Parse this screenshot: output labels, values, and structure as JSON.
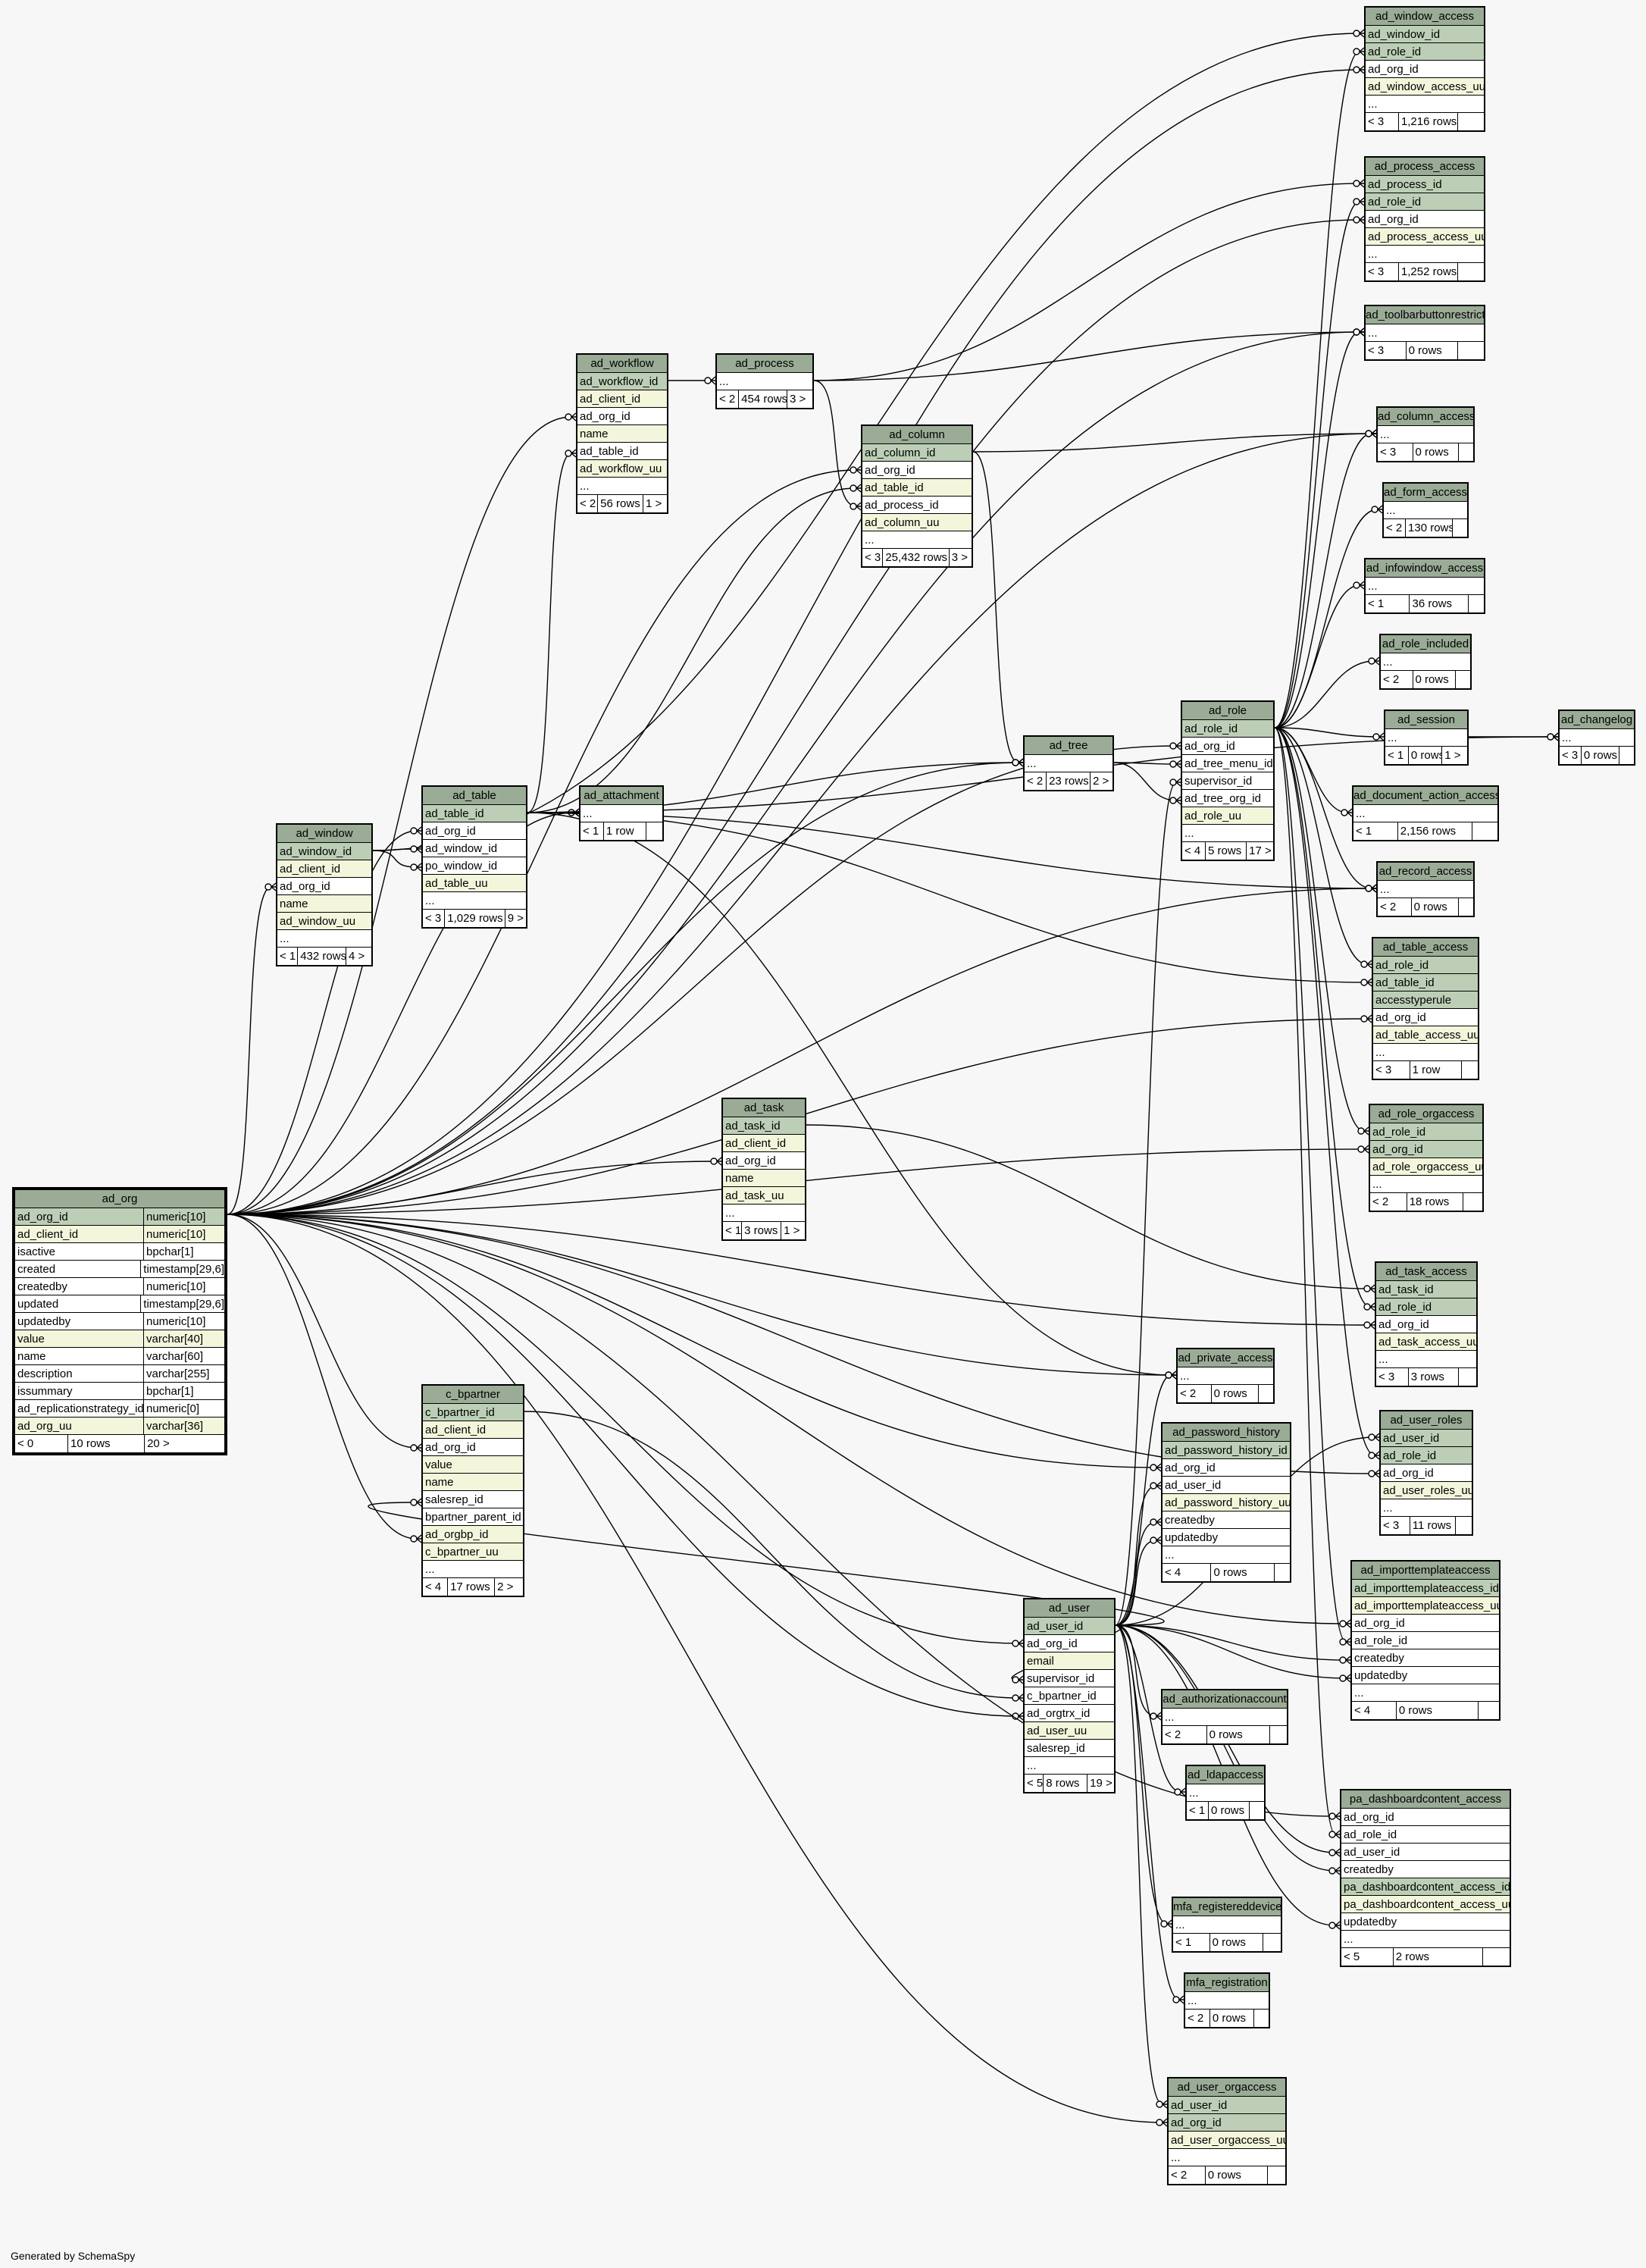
{
  "footer": "Generated by SchemaSpy",
  "colors": {
    "header": "#9aab96",
    "primary_key": "#bccfb6",
    "foreign_key": "#f4f6dc",
    "background": "#f7f7f7"
  },
  "tables": {
    "ad_window_access": {
      "title": "ad_window_access",
      "cols": [
        "ad_window_id",
        "ad_role_id",
        "ad_org_id",
        "ad_window_access_uu",
        "..."
      ],
      "foot": [
        "< 3",
        "1,216 rows",
        ""
      ]
    },
    "ad_process_access": {
      "title": "ad_process_access",
      "cols": [
        "ad_process_id",
        "ad_role_id",
        "ad_org_id",
        "ad_process_access_uu",
        "..."
      ],
      "foot": [
        "< 3",
        "1,252 rows",
        ""
      ]
    },
    "ad_toolbarbuttonrestrict": {
      "title": "ad_toolbarbuttonrestrict",
      "cols": [
        "..."
      ],
      "foot": [
        "< 3",
        "0 rows",
        ""
      ]
    },
    "ad_workflow": {
      "title": "ad_workflow",
      "cols": [
        "ad_workflow_id",
        "ad_client_id",
        "ad_org_id",
        "name",
        "ad_table_id",
        "ad_workflow_uu",
        "..."
      ],
      "foot": [
        "< 2",
        "56 rows",
        "1 >"
      ]
    },
    "ad_process": {
      "title": "ad_process",
      "cols": [
        "..."
      ],
      "foot": [
        "< 2",
        "454 rows",
        "3 >"
      ]
    },
    "ad_column": {
      "title": "ad_column",
      "cols": [
        "ad_column_id",
        "ad_org_id",
        "ad_table_id",
        "ad_process_id",
        "ad_column_uu",
        "..."
      ],
      "foot": [
        "< 3",
        "25,432 rows",
        "3 >"
      ]
    },
    "ad_column_access": {
      "title": "ad_column_access",
      "cols": [
        "..."
      ],
      "foot": [
        "< 3",
        "0 rows",
        ""
      ]
    },
    "ad_form_access": {
      "title": "ad_form_access",
      "cols": [
        "..."
      ],
      "foot": [
        "< 2",
        "130 rows",
        ""
      ]
    },
    "ad_infowindow_access": {
      "title": "ad_infowindow_access",
      "cols": [
        "..."
      ],
      "foot": [
        "< 1",
        "36 rows",
        ""
      ]
    },
    "ad_role_included": {
      "title": "ad_role_included",
      "cols": [
        "..."
      ],
      "foot": [
        "< 2",
        "0 rows",
        ""
      ]
    },
    "ad_session": {
      "title": "ad_session",
      "cols": [
        "..."
      ],
      "foot": [
        "< 1",
        "0 rows",
        "1 >"
      ]
    },
    "ad_changelog": {
      "title": "ad_changelog",
      "cols": [
        "..."
      ],
      "foot": [
        "< 3",
        "0 rows",
        ""
      ]
    },
    "ad_role": {
      "title": "ad_role",
      "cols": [
        "ad_role_id",
        "ad_org_id",
        "ad_tree_menu_id",
        "supervisor_id",
        "ad_tree_org_id",
        "ad_role_uu",
        "..."
      ],
      "foot": [
        "< 4",
        "5 rows",
        "17 >"
      ]
    },
    "ad_tree": {
      "title": "ad_tree",
      "cols": [
        "..."
      ],
      "foot": [
        "< 2",
        "23 rows",
        "2 >"
      ]
    },
    "ad_document_action_access": {
      "title": "ad_document_action_access",
      "cols": [
        "..."
      ],
      "foot": [
        "< 1",
        "2,156 rows",
        ""
      ]
    },
    "ad_record_access": {
      "title": "ad_record_access",
      "cols": [
        "..."
      ],
      "foot": [
        "< 2",
        "0 rows",
        ""
      ]
    },
    "ad_table_access": {
      "title": "ad_table_access",
      "cols": [
        "ad_role_id",
        "ad_table_id",
        "accesstyperule",
        "ad_org_id",
        "ad_table_access_uu",
        "..."
      ],
      "foot": [
        "< 3",
        "1 row",
        ""
      ]
    },
    "ad_role_orgaccess": {
      "title": "ad_role_orgaccess",
      "cols": [
        "ad_role_id",
        "ad_org_id",
        "ad_role_orgaccess_uu",
        "..."
      ],
      "foot": [
        "< 2",
        "18 rows",
        ""
      ]
    },
    "ad_window": {
      "title": "ad_window",
      "cols": [
        "ad_window_id",
        "ad_client_id",
        "ad_org_id",
        "name",
        "ad_window_uu",
        "..."
      ],
      "foot": [
        "< 1",
        "432 rows",
        "4 >"
      ]
    },
    "ad_table": {
      "title": "ad_table",
      "cols": [
        "ad_table_id",
        "ad_org_id",
        "ad_window_id",
        "po_window_id",
        "ad_table_uu",
        "..."
      ],
      "foot": [
        "< 3",
        "1,029 rows",
        "9 >"
      ]
    },
    "ad_attachment": {
      "title": "ad_attachment",
      "cols": [
        "..."
      ],
      "foot": [
        "< 1",
        "1 row",
        ""
      ]
    },
    "ad_task": {
      "title": "ad_task",
      "cols": [
        "ad_task_id",
        "ad_client_id",
        "ad_org_id",
        "name",
        "ad_task_uu",
        "..."
      ],
      "foot": [
        "< 1",
        "3 rows",
        "1 >"
      ]
    },
    "ad_task_access": {
      "title": "ad_task_access",
      "cols": [
        "ad_task_id",
        "ad_role_id",
        "ad_org_id",
        "ad_task_access_uu",
        "..."
      ],
      "foot": [
        "< 3",
        "3 rows",
        ""
      ]
    },
    "ad_private_access": {
      "title": "ad_private_access",
      "cols": [
        "..."
      ],
      "foot": [
        "< 2",
        "0 rows",
        ""
      ]
    },
    "ad_user_roles": {
      "title": "ad_user_roles",
      "cols": [
        "ad_user_id",
        "ad_role_id",
        "ad_org_id",
        "ad_user_roles_uu",
        "..."
      ],
      "foot": [
        "< 3",
        "11 rows",
        ""
      ]
    },
    "ad_password_history": {
      "title": "ad_password_history",
      "cols": [
        "ad_password_history_id",
        "ad_org_id",
        "ad_user_id",
        "ad_password_history_uu",
        "createdby",
        "updatedby",
        "..."
      ],
      "foot": [
        "< 4",
        "0 rows",
        ""
      ]
    },
    "c_bpartner": {
      "title": "c_bpartner",
      "cols": [
        "c_bpartner_id",
        "ad_client_id",
        "ad_org_id",
        "value",
        "name",
        "salesrep_id",
        "bpartner_parent_id",
        "ad_orgbp_id",
        "c_bpartner_uu",
        "..."
      ],
      "foot": [
        "< 4",
        "17 rows",
        "2 >"
      ]
    },
    "ad_importtemplateaccess": {
      "title": "ad_importtemplateaccess",
      "cols": [
        "ad_importtemplateaccess_id",
        "ad_importtemplateaccess_uu",
        "ad_org_id",
        "ad_role_id",
        "createdby",
        "updatedby",
        "..."
      ],
      "foot": [
        "< 4",
        "0 rows",
        ""
      ]
    },
    "ad_user": {
      "title": "ad_user",
      "cols": [
        "ad_user_id",
        "ad_org_id",
        "email",
        "supervisor_id",
        "c_bpartner_id",
        "ad_orgtrx_id",
        "ad_user_uu",
        "salesrep_id",
        "..."
      ],
      "foot": [
        "< 5",
        "8 rows",
        "19 >"
      ]
    },
    "ad_authorizationaccount": {
      "title": "ad_authorizationaccount",
      "cols": [
        "..."
      ],
      "foot": [
        "< 2",
        "0 rows",
        ""
      ]
    },
    "ad_ldapaccess": {
      "title": "ad_ldapaccess",
      "cols": [
        "..."
      ],
      "foot": [
        "< 1",
        "0 rows",
        ""
      ]
    },
    "pa_dashboardcontent_access": {
      "title": "pa_dashboardcontent_access",
      "cols": [
        "ad_org_id",
        "ad_role_id",
        "ad_user_id",
        "createdby",
        "pa_dashboardcontent_access_id",
        "pa_dashboardcontent_access_uu",
        "updatedby",
        "..."
      ],
      "foot": [
        "< 5",
        "2 rows",
        ""
      ]
    },
    "mfa_registereddevice": {
      "title": "mfa_registereddevice",
      "cols": [
        "..."
      ],
      "foot": [
        "< 1",
        "0 rows",
        ""
      ]
    },
    "mfa_registration": {
      "title": "mfa_registration",
      "cols": [
        "..."
      ],
      "foot": [
        "< 2",
        "0 rows",
        ""
      ]
    },
    "ad_user_orgaccess": {
      "title": "ad_user_orgaccess",
      "cols": [
        "ad_user_id",
        "ad_org_id",
        "ad_user_orgaccess_uu",
        "..."
      ],
      "foot": [
        "< 2",
        "0 rows",
        ""
      ]
    },
    "ad_org": {
      "title": "ad_org",
      "cols": [
        [
          "ad_org_id",
          "numeric[10]"
        ],
        [
          "ad_client_id",
          "numeric[10]"
        ],
        [
          "isactive",
          "bpchar[1]"
        ],
        [
          "created",
          "timestamp[29,6]"
        ],
        [
          "createdby",
          "numeric[10]"
        ],
        [
          "updated",
          "timestamp[29,6]"
        ],
        [
          "updatedby",
          "numeric[10]"
        ],
        [
          "value",
          "varchar[40]"
        ],
        [
          "name",
          "varchar[60]"
        ],
        [
          "description",
          "varchar[255]"
        ],
        [
          "issummary",
          "bpchar[1]"
        ],
        [
          "ad_replicationstrategy_id",
          "numeric[0]"
        ],
        [
          "ad_org_uu",
          "varchar[36]"
        ]
      ],
      "foot": [
        "< 0",
        "10 rows",
        "20 >"
      ]
    }
  }
}
